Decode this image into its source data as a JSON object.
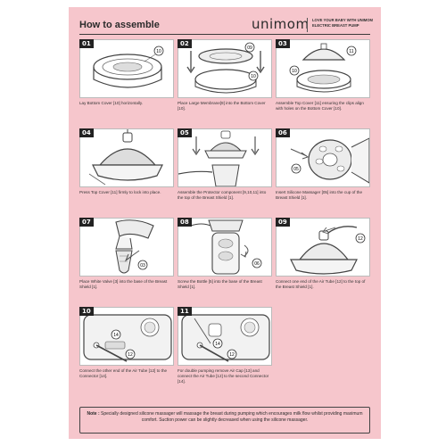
{
  "header": {
    "title": "How to assemble",
    "brand": "unimom",
    "tagline": "LOVE YOUR BABY WITH UNIMOM ELECTRIC BREAST PUMP"
  },
  "steps": [
    {
      "num": "01",
      "callouts": [
        "10"
      ],
      "caption": "Lay Bottom Cover [10] horizontally."
    },
    {
      "num": "02",
      "callouts": [
        "09",
        "10"
      ],
      "caption": "Place Large Membrane[9] into the Bottom Cover [10]."
    },
    {
      "num": "03",
      "callouts": [
        "11",
        "10"
      ],
      "caption": "Assemble Top Cover [11] ensuring the clips align with holes on the Bottom Cover [10]."
    },
    {
      "num": "04",
      "callouts": [],
      "caption": "Press Top Cover [11] firmly to lock into place."
    },
    {
      "num": "05",
      "callouts": [],
      "caption": "Assemble the Protector component [9,10,11] into the top of the Breast Shield [1]."
    },
    {
      "num": "06",
      "callouts": [
        "05"
      ],
      "caption": "Insert Silicone Massager [05] into the cup of the Breast Shield [1]."
    },
    {
      "num": "07",
      "callouts": [
        "03"
      ],
      "caption": "Place White Valve [3] into the base of the Breast Shield [1]."
    },
    {
      "num": "08",
      "callouts": [
        "06"
      ],
      "caption": "Screw the Bottle [5] into the base of the Breast Shield [1]."
    },
    {
      "num": "09",
      "callouts": [
        "12"
      ],
      "caption": "Connect one end of the Air Tube [12] to the top of the Breast Shield [1]."
    },
    {
      "num": "10",
      "callouts": [
        "14",
        "12"
      ],
      "caption": "Connect the other end of the Air Tube [12] to the Connector [14]."
    },
    {
      "num": "11",
      "callouts": [
        "14",
        "12"
      ],
      "caption": "For double pumping remove Air Cap [13] and connect the Air Tube [12] to the second Connector [14]."
    }
  ],
  "note": {
    "label": "Note :",
    "text": "Specially designed silicone massager will massage the breast during pumping which encourages milk flow whilst providing maximum comfort. Suction power can be slightly decreased when using the silicone massager."
  },
  "colors": {
    "background": "#f6c6cc",
    "panel": "#ffffff",
    "ink": "#2b2b2b",
    "badge": "#222222"
  }
}
